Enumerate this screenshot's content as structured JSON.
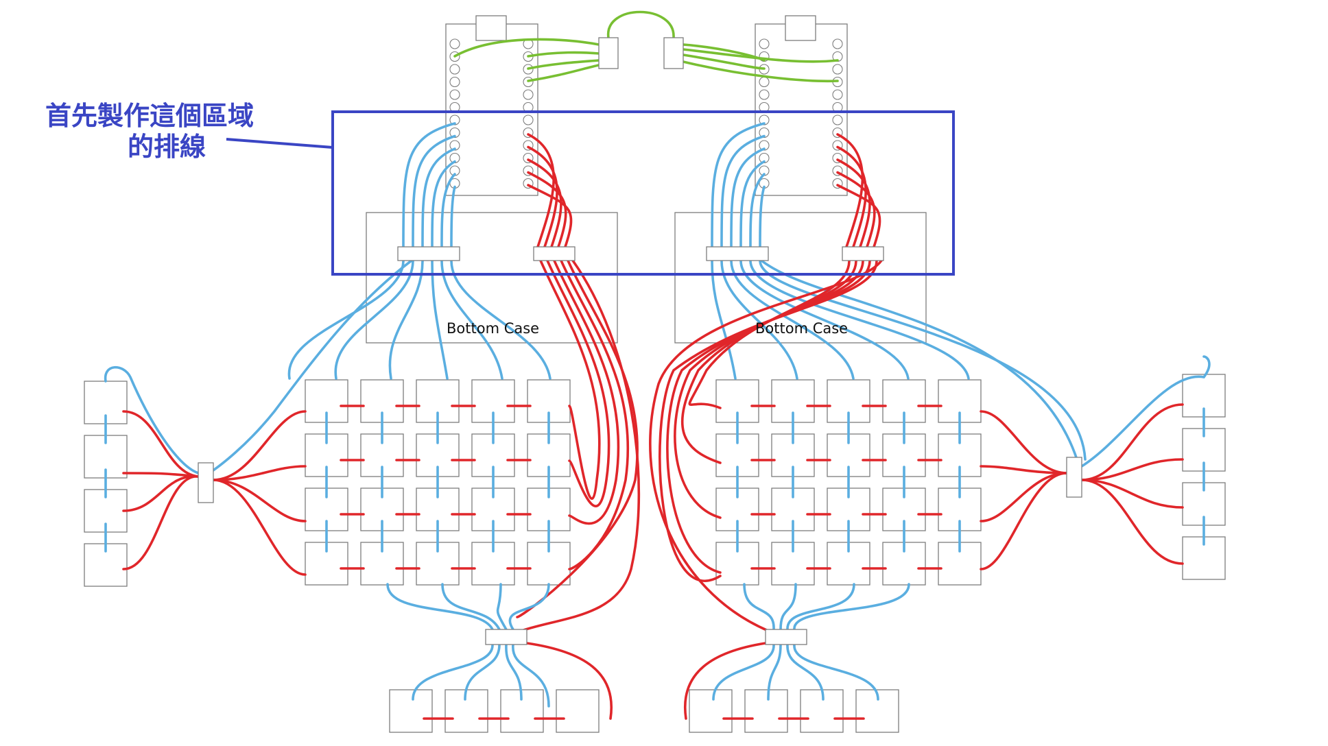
{
  "annotation": {
    "line1": "首先製作這個區域",
    "line2": "的排線",
    "color": "#3a45c4"
  },
  "labels": {
    "left_case": "Bottom Case",
    "right_case": "Bottom Case"
  },
  "colors": {
    "blue_wire": "#5aaee0",
    "red_wire": "#e0262a",
    "green_wire": "#78bf32",
    "outline": "#7d7d7d"
  }
}
